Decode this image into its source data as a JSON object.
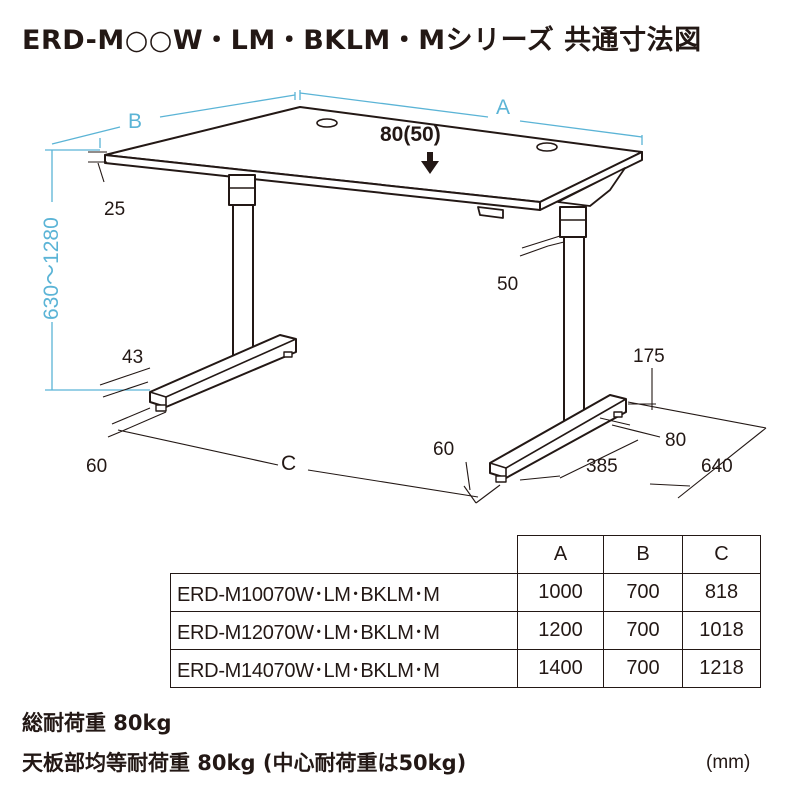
{
  "title": "ERD-M○○W・LM・BKLM・Mシリーズ 共通寸法図",
  "dimensions": {
    "A": "A",
    "B": "B",
    "C": "C",
    "height": "630～1280",
    "load_label": "80(50)",
    "top_thickness": "25",
    "column_depth": "50",
    "foot_height": "43",
    "foot_width_left": "60",
    "foot_width_right": "60",
    "foot_offset": "175",
    "foot_tip": "80",
    "foot_span": "385",
    "foot_length": "640"
  },
  "table": {
    "headers": [
      "A",
      "B",
      "C"
    ],
    "rows": [
      {
        "model": "ERD-M10070W･LM･BKLM･M",
        "a": "1000",
        "b": "700",
        "c": "818"
      },
      {
        "model": "ERD-M12070W･LM･BKLM･M",
        "a": "1200",
        "b": "700",
        "c": "1018"
      },
      {
        "model": "ERD-M14070W･LM･BKLM･M",
        "a": "1400",
        "b": "700",
        "c": "1218"
      }
    ]
  },
  "notes": {
    "total_load": "総耐荷重 80kg",
    "distributed_load": "天板部均等耐荷重 80kg (中心耐荷重は50kg)",
    "unit": "(mm)"
  },
  "colors": {
    "dimension_line": "#5bb4d6",
    "outline": "#231815"
  }
}
